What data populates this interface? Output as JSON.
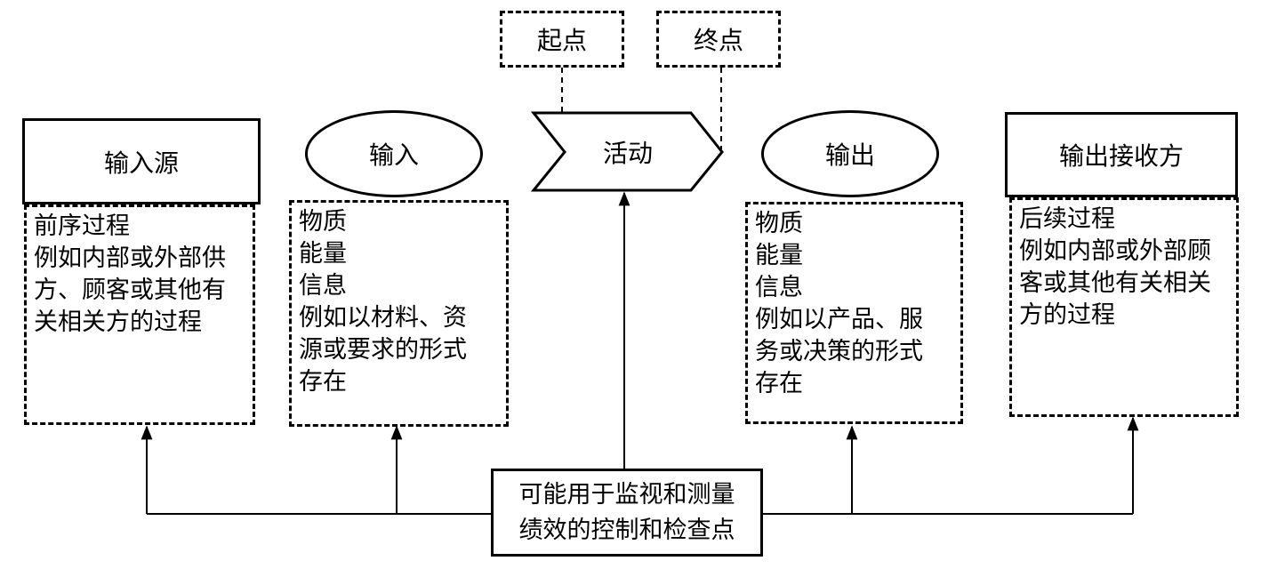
{
  "start": "起点",
  "end": "终点",
  "elements": {
    "input_source": "输入源",
    "input": "输入",
    "activity": "活动",
    "output": "输出",
    "output_receiver": "输出接收方"
  },
  "descriptions": {
    "input_source": [
      "前序过程",
      "例如内部或外部供",
      "方、顾客或其他有",
      "关相关方的过程"
    ],
    "input": [
      "物质",
      "能量",
      "信息",
      "例如以材料、资",
      "源或要求的形式",
      "存在"
    ],
    "output": [
      "物质",
      "能量",
      "信息",
      "例如以产品、服",
      "务或决策的形式",
      "存在"
    ],
    "output_receiver": [
      "后续过程",
      "例如内部或外部顾",
      "客或其他有关相关",
      "方的过程"
    ]
  },
  "control_points": [
    "可能用于监视和测量",
    "绩效的控制和检查点"
  ]
}
